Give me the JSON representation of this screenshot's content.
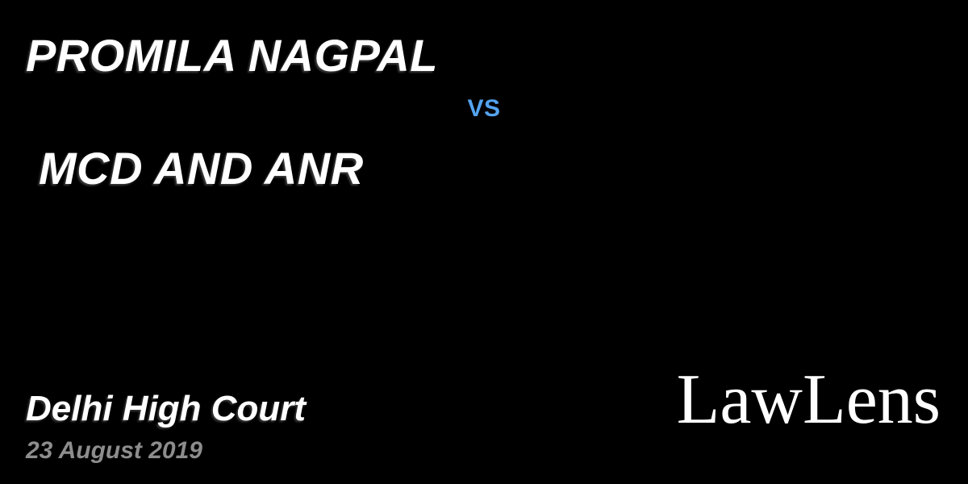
{
  "banner": {
    "case": {
      "party_one": "PROMILA NAGPAL",
      "versus": "vs",
      "party_two": "MCD AND ANR"
    },
    "footer": {
      "court": "Delhi High Court",
      "date": "23 August 2019"
    },
    "brand": "LawLens",
    "colors": {
      "background": "#000000",
      "title_text": "#ffffff",
      "versus_accent": "#54a3f0",
      "date_text": "#8d8d8d"
    }
  }
}
